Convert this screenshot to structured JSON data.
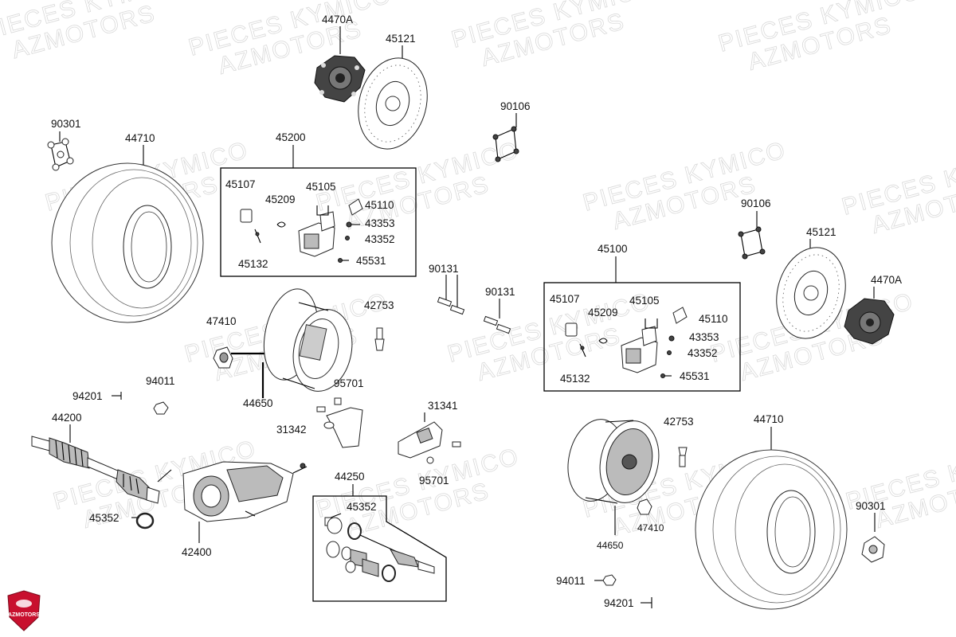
{
  "watermark": {
    "line1": "PIECES KYMICO",
    "line2": "AZMOTORS"
  },
  "logo": {
    "text": "AZMOTORS",
    "color": "#c8102e"
  },
  "boxes": {
    "left_caliper": "45200",
    "right_caliper": "45100",
    "shaft_kit": "44250"
  },
  "part_labels": {
    "hub_top": "4470A",
    "disc_top": "45121",
    "bolt_set_top": "90106",
    "nut_set_left": "90301",
    "tire_left": "44710",
    "caliper_pad_l": "45107",
    "caliper_clip_l": "45209",
    "caliper_body_l": "45105",
    "caliper_spring_l": "45110",
    "caliper_bolt_a_l": "43353",
    "caliper_bolt_b_l": "43352",
    "caliper_pin_l": "45132",
    "caliper_bleed_l": "45531",
    "bolt_left": "90131",
    "bolt_mid": "90131",
    "valve_left": "42753",
    "hubnut_left": "47410",
    "rim_left": "44650",
    "nut_94011_l": "94011",
    "pin_94201_l": "94201",
    "axle_left": "44200",
    "bracket_95701_a": "95701",
    "bracket_31342": "31342",
    "bracket_31341": "31341",
    "bracket_95701_b": "95701",
    "oring_left": "45352",
    "gearcase": "42400",
    "shaft_kit_title": "44250",
    "shaft_kit_oring": "45352",
    "caliper_pad_r": "45107",
    "caliper_clip_r": "45209",
    "caliper_body_r": "45105",
    "caliper_spring_r": "45110",
    "caliper_bolt_a_r": "43353",
    "caliper_bolt_b_r": "43352",
    "caliper_pin_r": "45132",
    "caliper_bleed_r": "45531",
    "bolt_set_right": "90106",
    "disc_right": "45121",
    "hub_right": "4470A",
    "valve_right": "42753",
    "tire_right": "44710",
    "rim_right": "44650",
    "hubnut_right": "47410",
    "nut_set_right": "90301",
    "nut_94011_r": "94011",
    "pin_94201_r": "94201"
  }
}
